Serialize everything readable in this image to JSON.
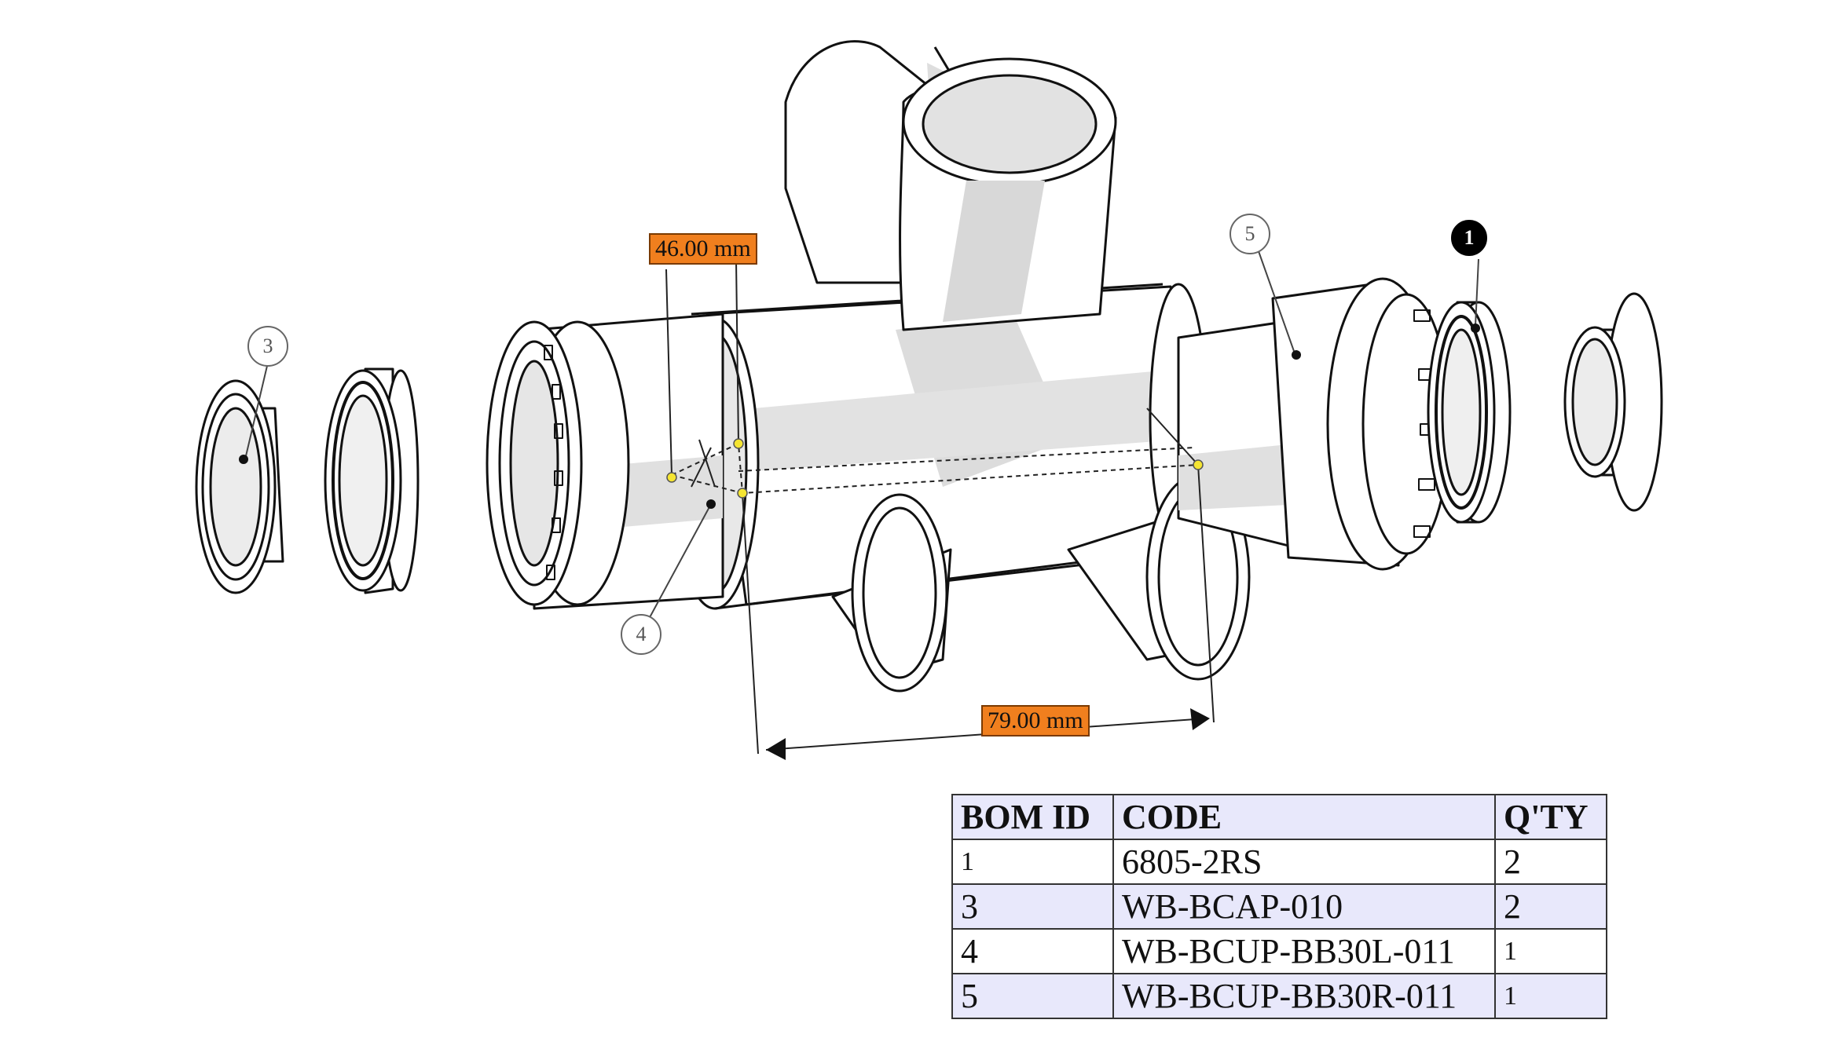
{
  "dimensions": {
    "diameter": "46.00 mm",
    "length": "79.00 mm"
  },
  "balloons": [
    {
      "id": "3"
    },
    {
      "id": "4"
    },
    {
      "id": "5"
    },
    {
      "id": "1"
    }
  ],
  "bom": {
    "headers": [
      "BOM ID",
      "CODE",
      "Q'TY"
    ],
    "rows": [
      {
        "id": "1",
        "code": "6805-2RS",
        "qty": "2"
      },
      {
        "id": "3",
        "code": "WB-BCAP-010",
        "qty": "2"
      },
      {
        "id": "4",
        "code": "WB-BCUP-BB30L-011",
        "qty": "1"
      },
      {
        "id": "5",
        "code": "WB-BCUP-BB30R-011",
        "qty": "1"
      }
    ]
  },
  "colors": {
    "dimension_label": "#f07f1e",
    "table_header": "#e8e8fb",
    "shading": "#dcdcdc",
    "callout_point": "#f5e532"
  }
}
